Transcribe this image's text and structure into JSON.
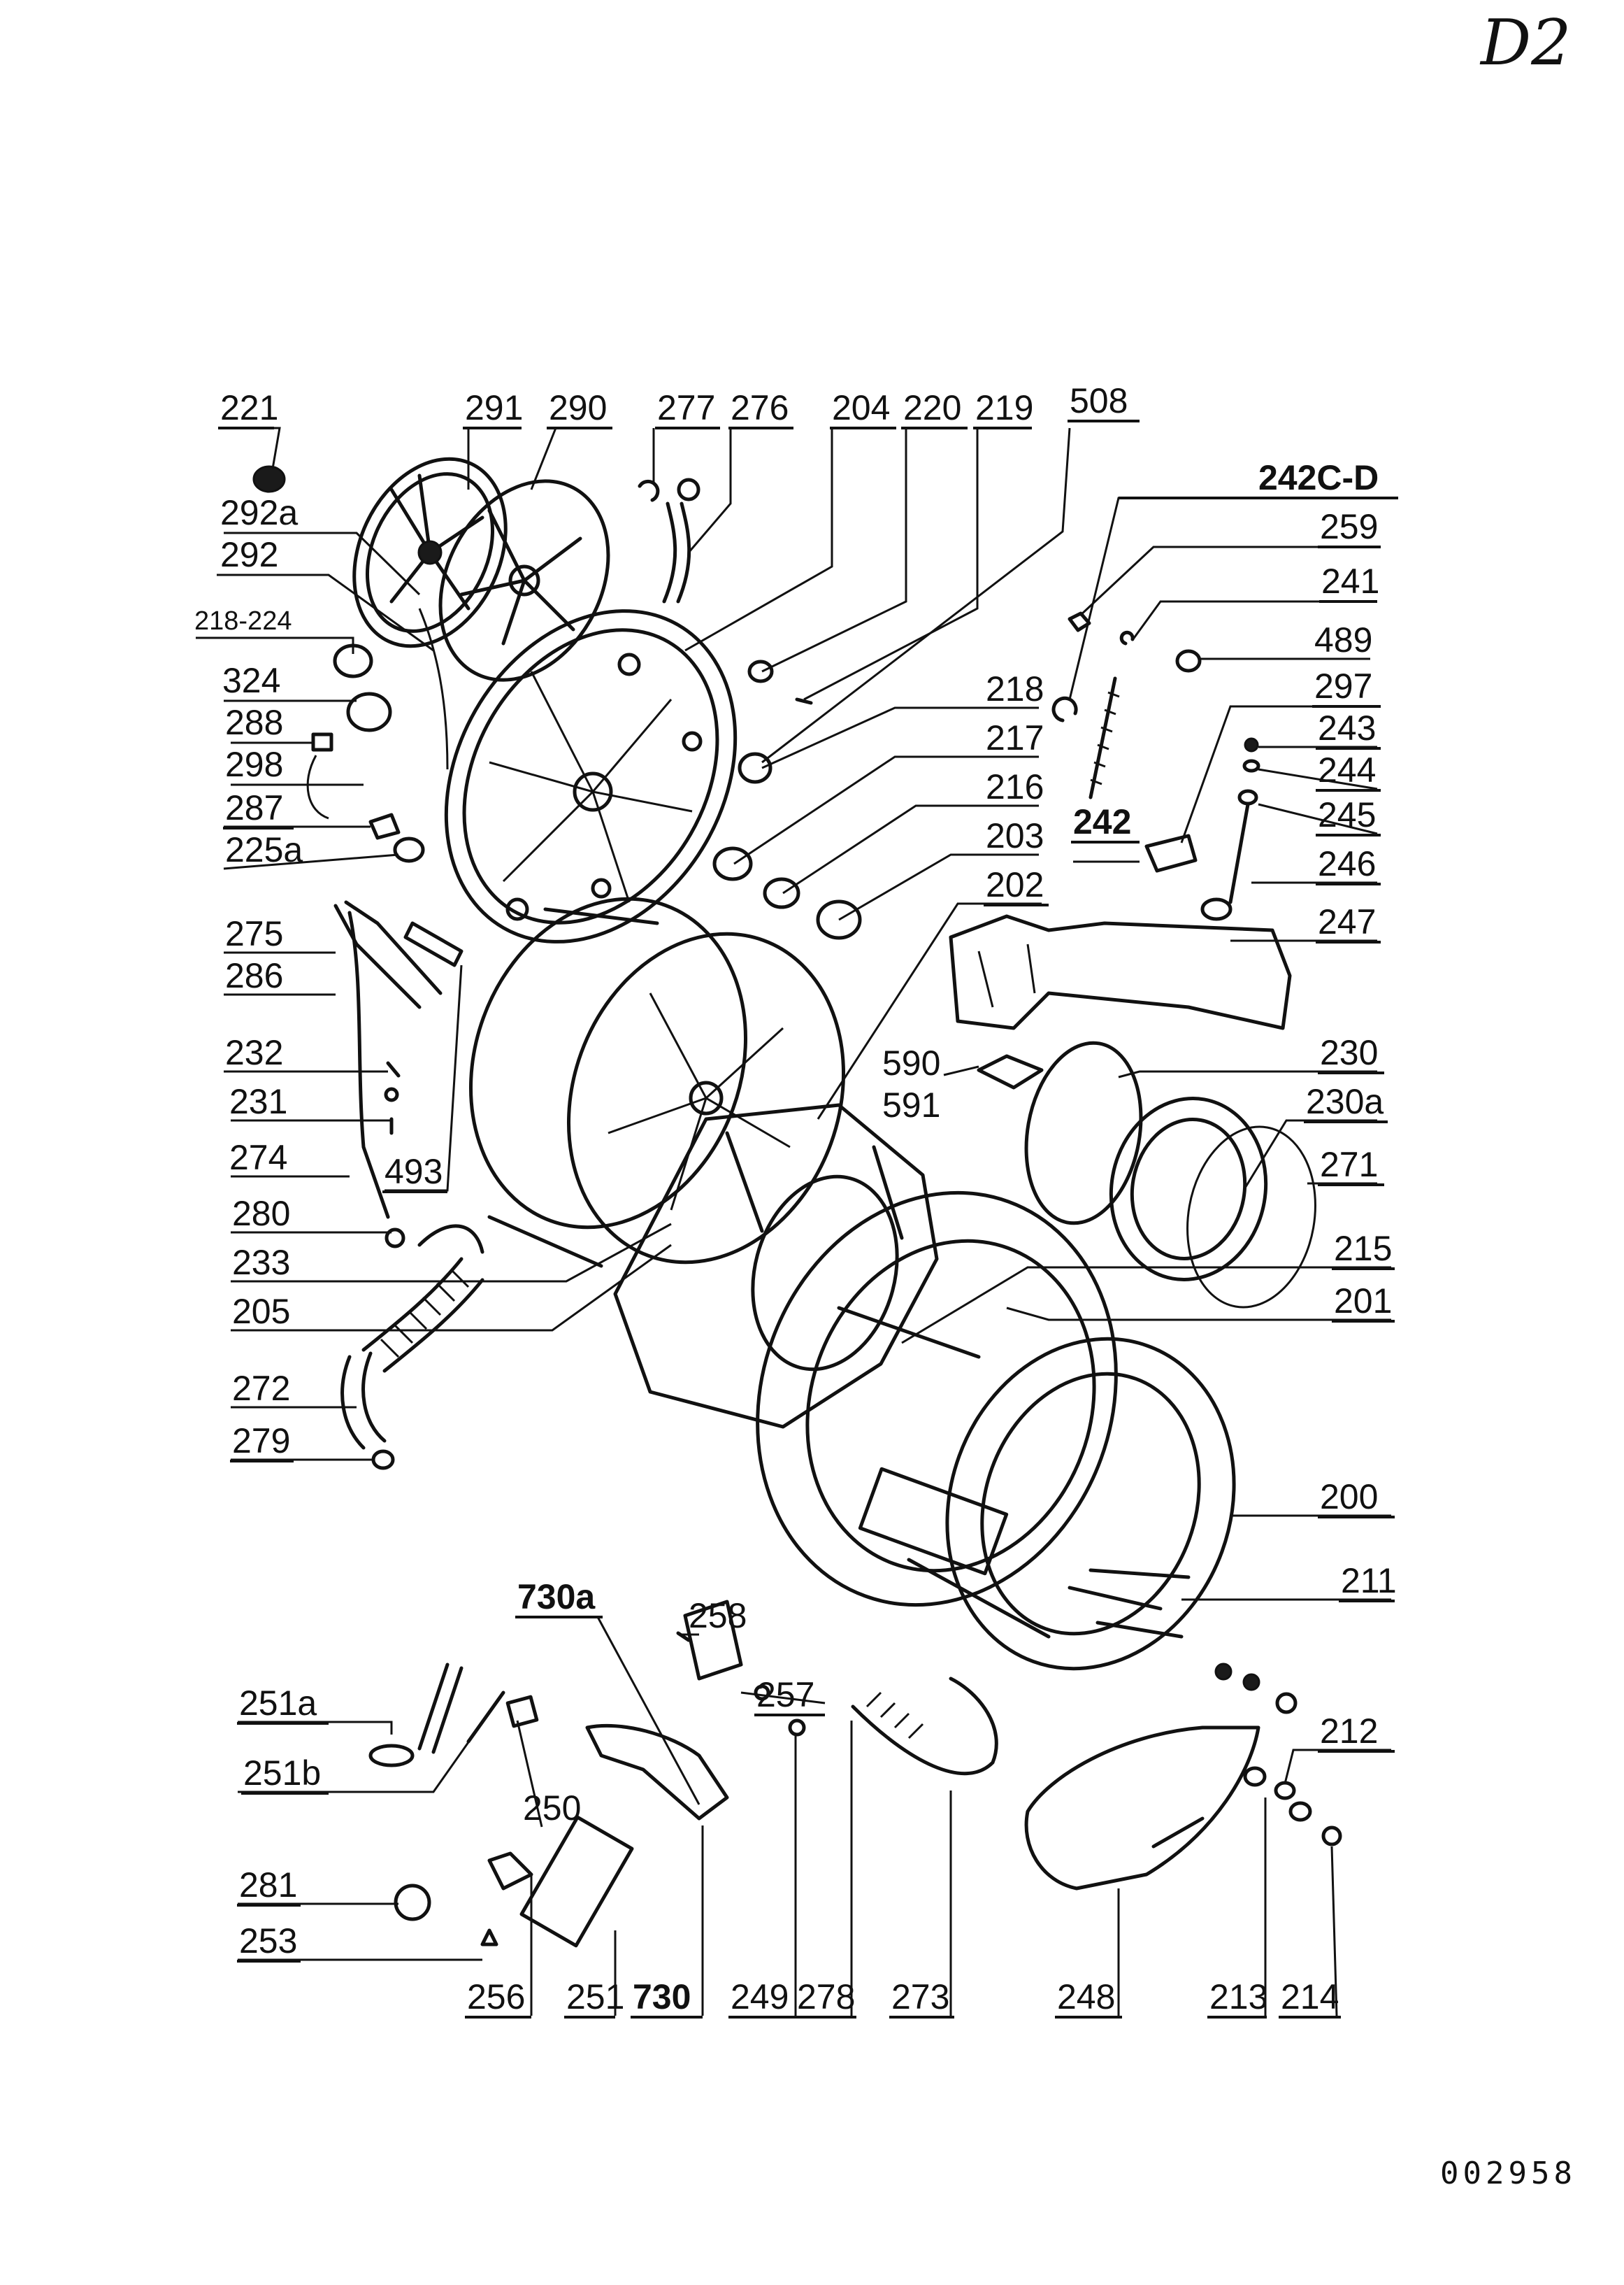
{
  "sheet_code": "D2",
  "reference_number": "002958",
  "part_labels": {
    "p221": "221",
    "p291": "291",
    "p290": "290",
    "p277": "277",
    "p276": "276",
    "p204": "204",
    "p220": "220",
    "p219": "219",
    "p508": "508",
    "p242cd": "242C-D",
    "p259": "259",
    "p241": "241",
    "p489": "489",
    "p297": "297",
    "p243": "243",
    "p244": "244",
    "p245": "245",
    "p246": "246",
    "p247": "247",
    "p292a": "292a",
    "p292": "292",
    "p218_224": "218-224",
    "p324": "324",
    "p288": "288",
    "p298": "298",
    "p287": "287",
    "p225a": "225a",
    "p218": "218",
    "p217": "217",
    "p216": "216",
    "p203": "203",
    "p202": "202",
    "p242": "242",
    "p275": "275",
    "p286": "286",
    "p232": "232",
    "p231": "231",
    "p274": "274",
    "p493": "493",
    "p280": "280",
    "p233": "233",
    "p205": "205",
    "p272": "272",
    "p279": "279",
    "p590": "590",
    "p591": "591",
    "p230": "230",
    "p230a": "230a",
    "p271": "271",
    "p215": "215",
    "p201": "201",
    "p200": "200",
    "p211": "211",
    "p730a": "730a",
    "p258": "258",
    "p257": "257",
    "p251a": "251a",
    "p251b": "251b",
    "p250": "250",
    "p281": "281",
    "p253": "253",
    "p212": "212",
    "p256": "256",
    "p251": "251",
    "p730": "730",
    "p249": "249",
    "p278": "278",
    "p273": "273",
    "p248": "248",
    "p213": "213",
    "p214": "214"
  }
}
